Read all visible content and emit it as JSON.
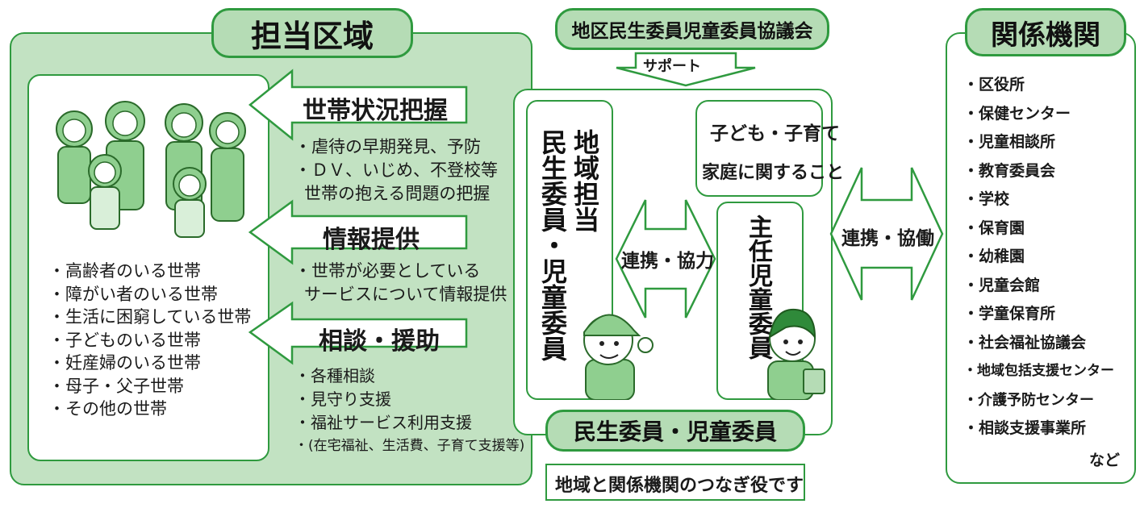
{
  "area": {
    "title": "担当区域",
    "households": [
      "・高齢者のいる世帯",
      "・障がい者のいる世帯",
      "・生活に困窮している世帯",
      "・子どものいる世帯",
      "・妊産婦のいる世帯",
      "・母子・父子世帯",
      "・その他の世帯"
    ]
  },
  "activities": [
    {
      "title": "世帯状況把握",
      "lines": [
        "・虐待の早期発見、予防",
        "・ＤＶ、いじめ、不登校等",
        "世帯の抱える問題の把握"
      ]
    },
    {
      "title": "情報提供",
      "lines": [
        "・世帯が必要としている",
        "サービスについて情報提供"
      ]
    },
    {
      "title": "相談・援助",
      "lines": [
        "・各種相談",
        "・見守り支援",
        "・福祉サービス利用支援",
        "・(在宅福祉、生活費、子育て支援等)"
      ]
    }
  ],
  "council": {
    "title": "地区民生委員児童委員協議会",
    "support": "サポート"
  },
  "commissioner": {
    "regional": "地域担当民生委員・児童委員",
    "col1": "地域担当",
    "col2": "民生委員・児童委員",
    "chief": "主任児童委員",
    "child_box_line1": "子ども・子育て",
    "child_box_line2": "家庭に関すること",
    "cooperation": "連携・協力",
    "bottom_label": "民生委員・児童委員",
    "caption": "地域と関係機関のつなぎ役です"
  },
  "link": {
    "label": "連携・協働"
  },
  "agencies": {
    "title": "関係機関",
    "items": [
      "・区役所",
      "・保健センター",
      "・児童相談所",
      "・教育委員会",
      "・学校",
      "・保育園",
      "・幼稚園",
      "・児童会館",
      "・学童保育所",
      "・社会福祉協議会",
      "・地域包括支援センター",
      "・介護予防センター",
      "・相談支援事業所"
    ],
    "etc": "など"
  },
  "colors": {
    "green": "#2f9a3f",
    "light_green": "#b5dcb5",
    "panel_green": "#c9e6c9"
  }
}
